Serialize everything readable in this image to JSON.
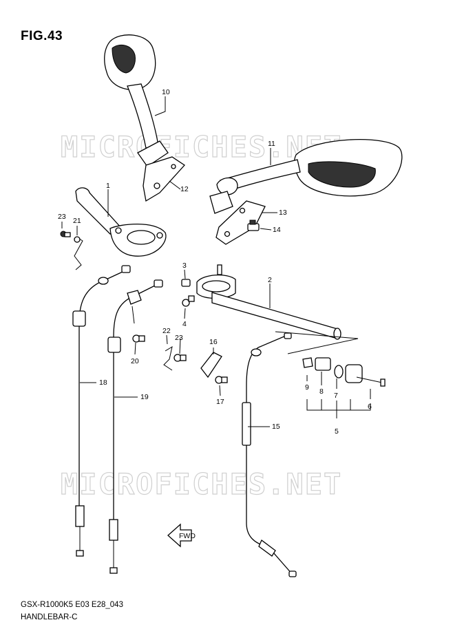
{
  "figure": {
    "title": "FIG.43",
    "model_code": "GSX-R1000K5 E03 E28_043",
    "section_name": "HANDLEBAR-C"
  },
  "watermarks": [
    "MICROFICHES.NET",
    "MICROFICHES.NET"
  ],
  "callouts": {
    "c1": "1",
    "c2": "2",
    "c3": "3",
    "c4": "4",
    "c5": "5",
    "c6": "6",
    "c7": "7",
    "c8": "8",
    "c9": "9",
    "c10": "10",
    "c11": "11",
    "c12": "12",
    "c13": "13",
    "c14": "14",
    "c15": "15",
    "c16": "16",
    "c17": "17",
    "c18": "18",
    "c19": "19",
    "c20": "20",
    "c21": "21",
    "c22": "22",
    "c23a": "23",
    "c23b": "23"
  },
  "fwd_arrow_label": "FWD"
}
